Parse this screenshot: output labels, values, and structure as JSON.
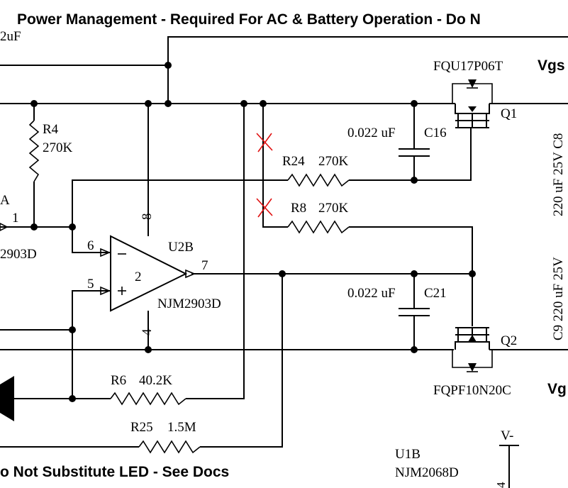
{
  "title": "Power Management - Required For AC & Battery Operation - Do N",
  "footer": "o Not Substitute LED - See Docs",
  "labels": {
    "cap_top_left": "2uF",
    "r4_name": "R4",
    "r4_value": "270K",
    "u2a_partial": "A",
    "u2a_pin1": "1",
    "u2a_part_partial": "2903D",
    "pin6": "6",
    "pin5": "5",
    "pin8": "8",
    "pin4": "4",
    "pin7": "7",
    "opamp_unit": "2",
    "u2b_name": "U2B",
    "u2b_part": "NJM2903D",
    "r24_name": "R24",
    "r24_value": "270K",
    "r8_name": "R8",
    "r8_value": "270K",
    "c16_value": "0.022 uF",
    "c16_name": "C16",
    "c21_value": "0.022 uF",
    "c21_name": "C21",
    "q1_part": "FQU17P06T",
    "q1_name": "Q1",
    "q2_part": "FQPF10N20C",
    "q2_name": "Q2",
    "vgs_top": "Vgs",
    "vgs_bottom": "Vg",
    "c8_label": "220 uF 25V   C8",
    "c9_label": "C9   220 uF 25V",
    "r6_name": "R6",
    "r6_value": "40.2K",
    "r25_name": "R25",
    "r25_value": "1.5M",
    "vminus": "V-",
    "u1b_name": "U1B",
    "u1b_part": "NJM2068D",
    "u1b_pin4": "4"
  },
  "colors": {
    "wire": "#000000",
    "annotation_x": "#e01010"
  }
}
